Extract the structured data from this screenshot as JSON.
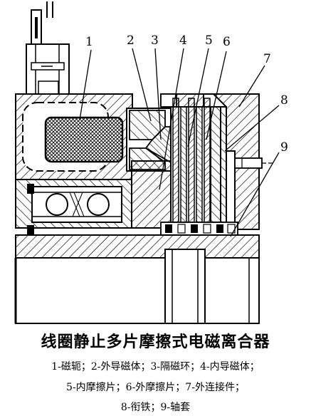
{
  "figure": {
    "callouts": [
      "1",
      "2",
      "3",
      "4",
      "5",
      "6",
      "7",
      "8",
      "9"
    ]
  },
  "caption": {
    "title": "线圈静止多片摩擦式电磁离合器",
    "legend_lines": [
      "1-磁轭；2-外导磁体；3-隔磁环；4-内导磁体；",
      "5-内摩擦片；6-外摩擦片；7-外连接件；",
      "8-衔铁；9-轴套"
    ]
  }
}
